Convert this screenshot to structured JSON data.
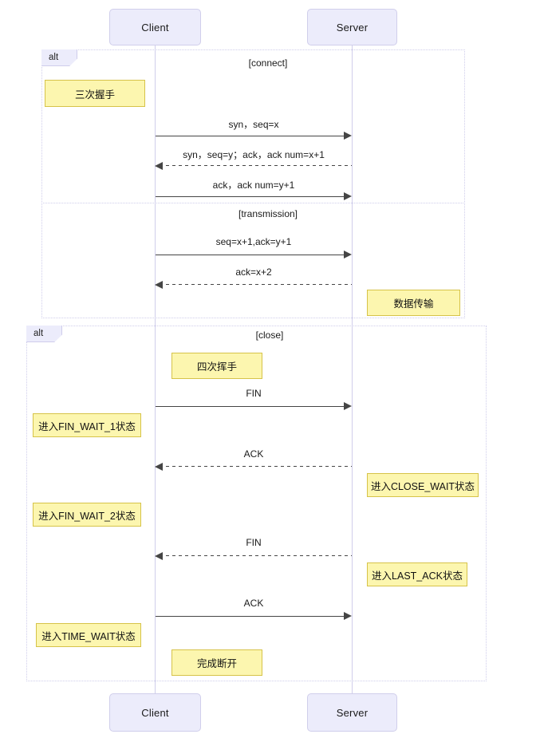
{
  "diagram": {
    "type": "uml-sequence",
    "title": "TCP connect / transmission / close sequence"
  },
  "participants": [
    {
      "id": "client",
      "label": "Client"
    },
    {
      "id": "server",
      "label": "Server"
    }
  ],
  "participants_bottom": [
    {
      "id": "client",
      "label": "Client"
    },
    {
      "id": "server",
      "label": "Server"
    }
  ],
  "frames": [
    {
      "id": "frame-connect",
      "tag": "alt",
      "conditions": [
        {
          "id": "cond-connect",
          "label": "[connect]"
        },
        {
          "id": "cond-transmission",
          "label": "[transmission]"
        }
      ]
    },
    {
      "id": "frame-close",
      "tag": "alt",
      "conditions": [
        {
          "id": "cond-close",
          "label": "[close]"
        }
      ]
    }
  ],
  "messages": [
    {
      "id": "msg-1",
      "label": "syn，seq=x",
      "from": "client",
      "to": "server",
      "style": "solid"
    },
    {
      "id": "msg-2",
      "label": "syn，seq=y；ack，ack num=x+1",
      "from": "server",
      "to": "client",
      "style": "dashed"
    },
    {
      "id": "msg-3",
      "label": "ack，ack num=y+1",
      "from": "client",
      "to": "server",
      "style": "solid"
    },
    {
      "id": "msg-4",
      "label": "seq=x+1,ack=y+1",
      "from": "client",
      "to": "server",
      "style": "solid"
    },
    {
      "id": "msg-5",
      "label": "ack=x+2",
      "from": "server",
      "to": "client",
      "style": "dashed"
    },
    {
      "id": "msg-6",
      "label": "FIN",
      "from": "client",
      "to": "server",
      "style": "solid"
    },
    {
      "id": "msg-7",
      "label": "ACK",
      "from": "server",
      "to": "client",
      "style": "dashed"
    },
    {
      "id": "msg-8",
      "label": "FIN",
      "from": "server",
      "to": "client",
      "style": "dashed"
    },
    {
      "id": "msg-9",
      "label": "ACK",
      "from": "client",
      "to": "server",
      "style": "solid"
    }
  ],
  "notes": [
    {
      "id": "note-1",
      "label": "三次握手",
      "side": "left"
    },
    {
      "id": "note-2",
      "label": "数据传输",
      "side": "right"
    },
    {
      "id": "note-3",
      "label": "四次挥手",
      "side": "center"
    },
    {
      "id": "note-4",
      "label": "进入FIN_WAIT_1状态",
      "side": "left"
    },
    {
      "id": "note-5",
      "label": "进入CLOSE_WAIT状态",
      "side": "right"
    },
    {
      "id": "note-6",
      "label": "进入FIN_WAIT_2状态",
      "side": "left"
    },
    {
      "id": "note-7",
      "label": "进入LAST_ACK状态",
      "side": "right"
    },
    {
      "id": "note-8",
      "label": "进入TIME_WAIT状态",
      "side": "left"
    },
    {
      "id": "note-9",
      "label": "完成断开",
      "side": "center"
    }
  ],
  "colors": {
    "participant_fill": "#ECECFB",
    "participant_border": "#D0CEEB",
    "lifeline": "#D0CEEB",
    "frame_border": "#CFCDEB",
    "note_fill": "#FCF6AF",
    "note_border": "#D6C349",
    "arrow": "#454545",
    "text": "#1a1a1a",
    "background": "#ffffff"
  }
}
